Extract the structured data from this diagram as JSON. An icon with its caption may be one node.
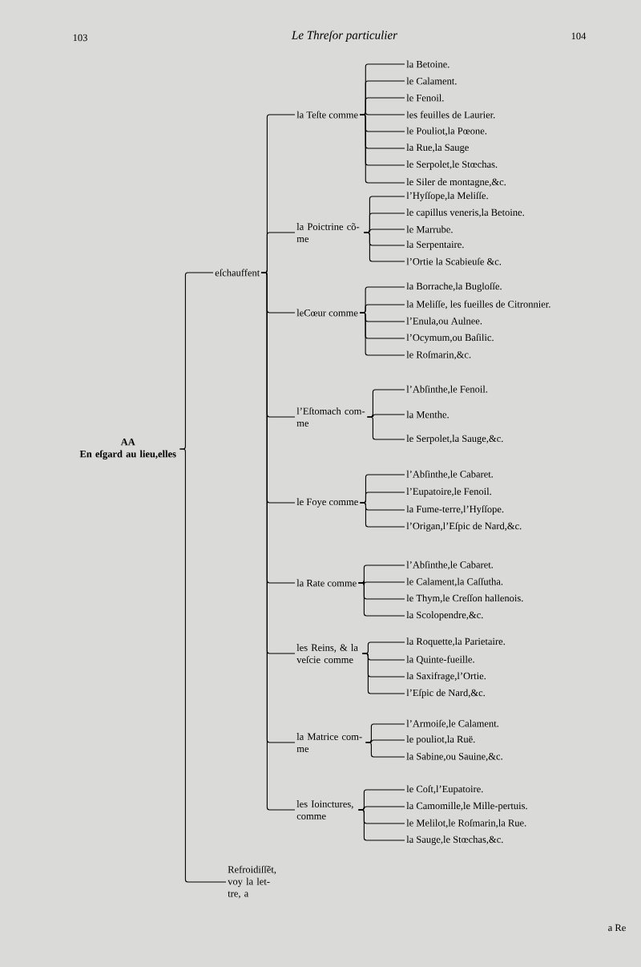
{
  "diagram": {
    "title": "Le Threſor particulier",
    "nodes": [
      {
        "text": [
          "AA",
          "En eſgard au lieu,elles"
        ]
      },
      {
        "text": [
          "eſchauffent"
        ]
      },
      {
        "text": [
          "la Teſte comme"
        ]
      },
      {
        "text": [
          "la Betoine."
        ]
      },
      {
        "text": [
          "le Calament."
        ]
      },
      {
        "text": [
          "le Fenoil."
        ]
      },
      {
        "text": [
          "les feuilles de Laurier."
        ]
      },
      {
        "text": [
          "le Pouliot,la Pœone."
        ]
      },
      {
        "text": [
          "la Rue,la Sauge"
        ]
      },
      {
        "text": [
          "le Serpolet,le Stœchas."
        ]
      },
      {
        "text": [
          "le Siler de montagne,&c."
        ]
      },
      {
        "text": [
          "la Poictrine cõ- me"
        ]
      },
      {
        "text": [
          "l’Hyſſope,la Meliſſe."
        ]
      },
      {
        "text": [
          "le capillus veneris,la Betoine."
        ]
      },
      {
        "text": [
          "le Marrube."
        ]
      },
      {
        "text": [
          "la Serpentaire."
        ]
      },
      {
        "text": [
          "l’Ortie la Scabieuſe &c."
        ]
      },
      {
        "text": [
          "leCœur comme"
        ]
      },
      {
        "text": [
          "la Borrache,la Bugloſſe."
        ]
      },
      {
        "text": [
          "la Meliſſe, les fueilles de Citronnier."
        ]
      },
      {
        "text": [
          "l’Enula,ou Aulnee."
        ]
      },
      {
        "text": [
          "l’Ocymum,ou Baſilic."
        ]
      },
      {
        "text": [
          "le Roſmarin,&c."
        ]
      },
      {
        "text": [
          "l’Eſtomach com- me"
        ]
      },
      {
        "text": [
          "l’Abſinthe,le Fenoil."
        ]
      },
      {
        "text": [
          "la Menthe."
        ]
      },
      {
        "text": [
          "le Serpolet,la Sauge,&c."
        ]
      },
      {
        "text": [
          "le Foye comme"
        ]
      },
      {
        "text": [
          "l’Abſinthe,le Cabaret."
        ]
      },
      {
        "text": [
          "l’Eupatoire,le Fenoil."
        ]
      },
      {
        "text": [
          "la Fume-terre,l’Hyſſope."
        ]
      },
      {
        "text": [
          "l’Origan,l’Eſpic de Nard,&c."
        ]
      },
      {
        "text": [
          "la Rate comme"
        ]
      },
      {
        "text": [
          "l’Abſinthe,le Cabaret."
        ]
      },
      {
        "text": [
          "le Calament,la Caſſutha."
        ]
      },
      {
        "text": [
          "le Thym,le Creſſon hallenois."
        ]
      },
      {
        "text": [
          "la Scolopendre,&c."
        ]
      },
      {
        "text": [
          "les Reins, & la veſcie comme"
        ]
      },
      {
        "text": [
          "la Roquette,la Parietaire."
        ]
      },
      {
        "text": [
          "la Quinte-fueille."
        ]
      },
      {
        "text": [
          "la Saxifrage,l’Ortie."
        ]
      },
      {
        "text": [
          "l’Eſpic de Nard,&c."
        ]
      },
      {
        "text": [
          "la Matrice com- me"
        ]
      },
      {
        "text": [
          "l’Armoiſe,le Calament."
        ]
      },
      {
        "text": [
          "le pouliot,la Ruë."
        ]
      },
      {
        "text": [
          "la Sabine,ou Sauine,&c."
        ]
      },
      {
        "text": [
          "les Ioinctures, comme"
        ]
      },
      {
        "text": [
          "le Coſt,l’Eupatoire."
        ]
      },
      {
        "text": [
          "la Camomille,le Mille-pertuis."
        ]
      },
      {
        "text": [
          "le Melilot,le Roſmarin,la Rue."
        ]
      },
      {
        "text": [
          "la Sauge,le Stœchas,&c."
        ]
      },
      {
        "text": [
          "Refroidiſſẽt, voy la let- tre, a"
        ]
      }
    ],
    "edges": [
      {
        "from": 0,
        "to": 1,
        "arrow": "none"
      },
      {
        "from": 0,
        "to": 51,
        "arrow": "none"
      },
      {
        "from": 1,
        "to": 2,
        "arrow": "none"
      },
      {
        "from": 1,
        "to": 11,
        "arrow": "none"
      },
      {
        "from": 1,
        "to": 17,
        "arrow": "none"
      },
      {
        "from": 1,
        "to": 23,
        "arrow": "none"
      },
      {
        "from": 1,
        "to": 27,
        "arrow": "none"
      },
      {
        "from": 1,
        "to": 32,
        "arrow": "none"
      },
      {
        "from": 1,
        "to": 37,
        "arrow": "none"
      },
      {
        "from": 1,
        "to": 42,
        "arrow": "none"
      },
      {
        "from": 1,
        "to": 46,
        "arrow": "none"
      },
      {
        "from": 2,
        "to": 3,
        "arrow": "none"
      },
      {
        "from": 2,
        "to": 4,
        "arrow": "none"
      },
      {
        "from": 2,
        "to": 5,
        "arrow": "none"
      },
      {
        "from": 2,
        "to": 6,
        "arrow": "none"
      },
      {
        "from": 2,
        "to": 7,
        "arrow": "none"
      },
      {
        "from": 2,
        "to": 8,
        "arrow": "none"
      },
      {
        "from": 2,
        "to": 9,
        "arrow": "none"
      },
      {
        "from": 2,
        "to": 10,
        "arrow": "none"
      },
      {
        "from": 11,
        "to": 12,
        "arrow": "none"
      },
      {
        "from": 11,
        "to": 13,
        "arrow": "none"
      },
      {
        "from": 11,
        "to": 14,
        "arrow": "none"
      },
      {
        "from": 11,
        "to": 15,
        "arrow": "none"
      },
      {
        "from": 11,
        "to": 16,
        "arrow": "none"
      },
      {
        "from": 17,
        "to": 18,
        "arrow": "none"
      },
      {
        "from": 17,
        "to": 19,
        "arrow": "none"
      },
      {
        "from": 17,
        "to": 20,
        "arrow": "none"
      },
      {
        "from": 17,
        "to": 21,
        "arrow": "none"
      },
      {
        "from": 17,
        "to": 22,
        "arrow": "none"
      },
      {
        "from": 23,
        "to": 24,
        "arrow": "none"
      },
      {
        "from": 23,
        "to": 25,
        "arrow": "none"
      },
      {
        "from": 23,
        "to": 26,
        "arrow": "none"
      },
      {
        "from": 27,
        "to": 28,
        "arrow": "none"
      },
      {
        "from": 27,
        "to": 29,
        "arrow": "none"
      },
      {
        "from": 27,
        "to": 30,
        "arrow": "none"
      },
      {
        "from": 27,
        "to": 31,
        "arrow": "none"
      },
      {
        "from": 32,
        "to": 33,
        "arrow": "none"
      },
      {
        "from": 32,
        "to": 34,
        "arrow": "none"
      },
      {
        "from": 32,
        "to": 35,
        "arrow": "none"
      },
      {
        "from": 32,
        "to": 36,
        "arrow": "none"
      },
      {
        "from": 37,
        "to": 38,
        "arrow": "none"
      },
      {
        "from": 37,
        "to": 39,
        "arrow": "none"
      },
      {
        "from": 37,
        "to": 40,
        "arrow": "none"
      },
      {
        "from": 37,
        "to": 41,
        "arrow": "none"
      },
      {
        "from": 42,
        "to": 43,
        "arrow": "none"
      },
      {
        "from": 42,
        "to": 44,
        "arrow": "none"
      },
      {
        "from": 42,
        "to": 45,
        "arrow": "none"
      },
      {
        "from": 46,
        "to": 47,
        "arrow": "none"
      },
      {
        "from": 46,
        "to": 48,
        "arrow": "none"
      },
      {
        "from": 46,
        "to": 49,
        "arrow": "none"
      },
      {
        "from": 46,
        "to": 50,
        "arrow": "none"
      }
    ],
    "labels": [
      "103",
      "104",
      "a Re"
    ]
  }
}
